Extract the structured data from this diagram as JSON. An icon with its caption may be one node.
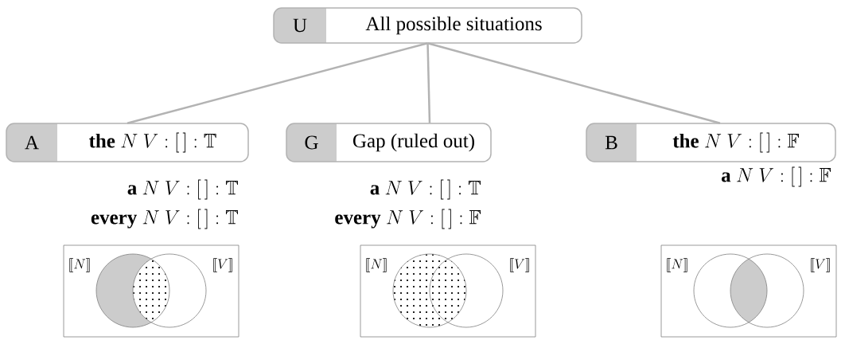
{
  "diagram": {
    "nodes": [
      {
        "text": [
          "U",
          "All possible situations"
        ]
      },
      {
        "text": [
          "A",
          "\\textbf{the}~N~V : [\\,] : \\mathbb{T}"
        ],
        "beside": [
          "\\textbf{a}~N~V : [\\,] : \\mathbb{T}",
          "\\textbf{every}~N~V : [\\,] : \\mathbb{T}"
        ]
      },
      {
        "text": [
          "G",
          "Gap (ruled out)"
        ],
        "beside": [
          "\\textbf{a}~N~V : [\\,] : \\mathbb{T}",
          "\\textbf{every}~N~V : [\\,] : \\mathbb{F}"
        ]
      },
      {
        "text": [
          "B",
          "\\textbf{the}~N~V : [\\,] : \\mathbb{F}"
        ],
        "beside": [
          "\\textbf{a}~N~V : [\\,] : \\mathbb{F}"
        ]
      }
    ],
    "edges": [
      {
        "from": 0,
        "to": 1,
        "arrow": "none"
      },
      {
        "from": 0,
        "to": 2,
        "arrow": "none"
      },
      {
        "from": 0,
        "to": 3,
        "arrow": "none"
      }
    ],
    "labels": [
      "\\llbracket N\\rrbracket",
      "\\llbracket V\\rrbracket",
      "\\llbracket N\\rrbracket",
      "\\llbracket V\\rrbracket",
      "\\llbracket N\\rrbracket",
      "\\llbracket V\\rrbracket"
    ]
  }
}
